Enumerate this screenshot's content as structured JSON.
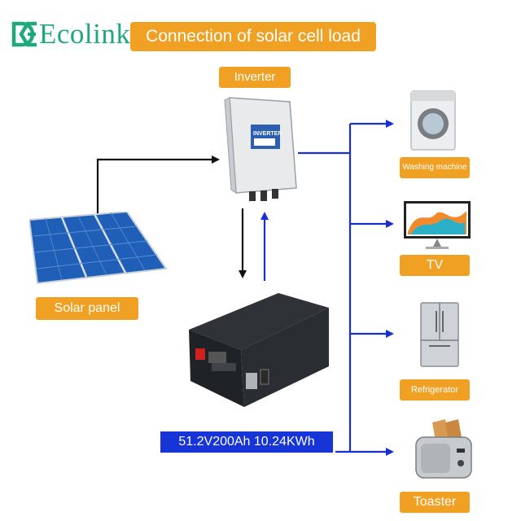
{
  "brand": {
    "name": "Ecolink",
    "color": "#1ea87c"
  },
  "header": {
    "title": "Connection of solar cell load"
  },
  "labels": {
    "inverter": "Inverter",
    "solar_panel": "Solar panel",
    "battery": "51.2V200Ah 10.24KWh",
    "inverter_screen": "INVERTER"
  },
  "loads": [
    {
      "name": "Washing machine",
      "icon": "washing-machine-icon"
    },
    {
      "name": "TV",
      "icon": "tv-icon"
    },
    {
      "name": "Refrigerator",
      "icon": "refrigerator-icon"
    },
    {
      "name": "Toaster",
      "icon": "toaster-icon"
    }
  ],
  "colors": {
    "label_orange": "#f0a022",
    "battery_label_blue": "#1734d6",
    "arrow_blue": "#1a2fd0",
    "arrow_black": "#111111"
  }
}
